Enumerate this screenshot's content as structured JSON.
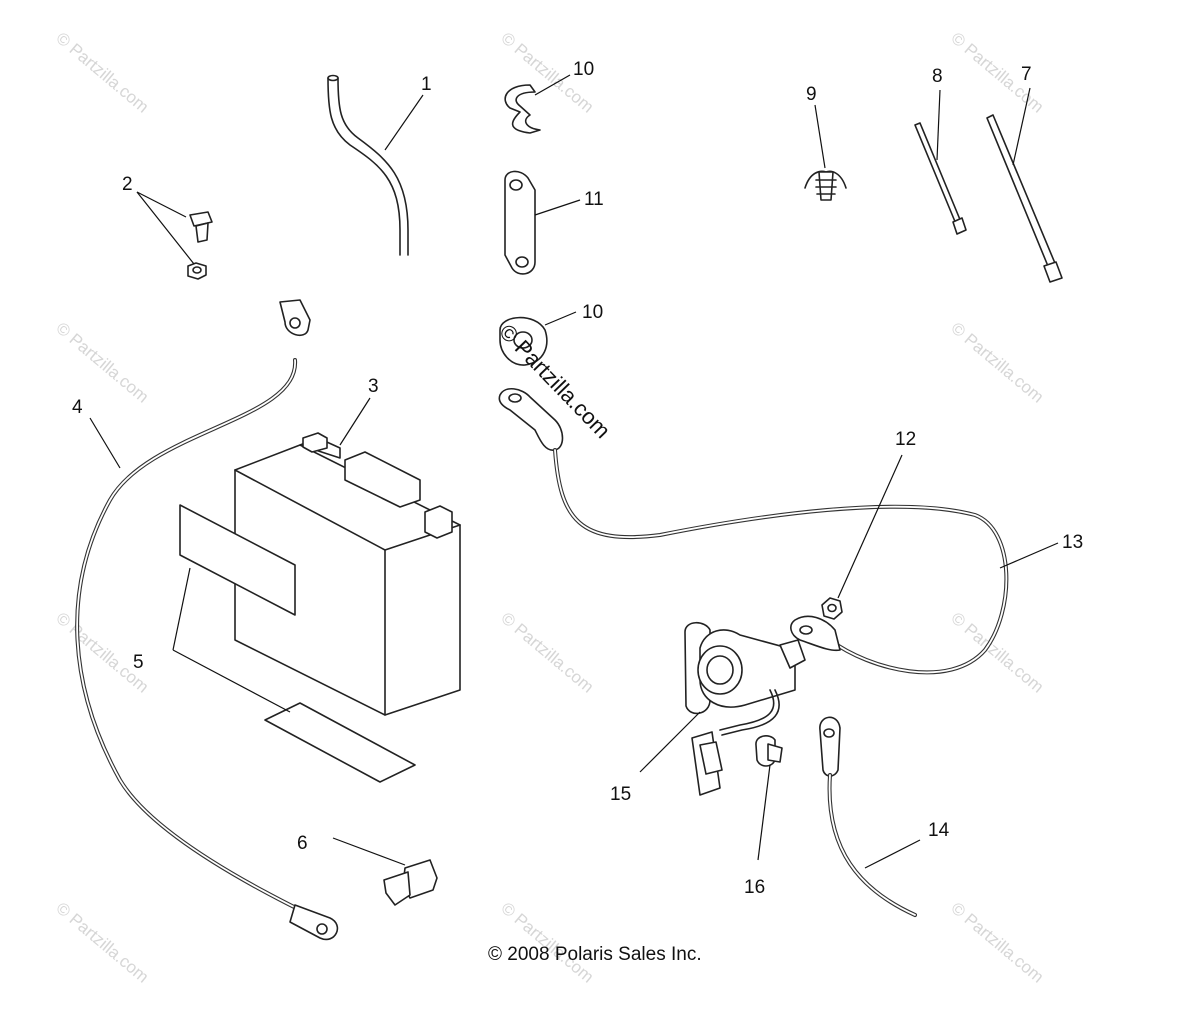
{
  "copyright": "© 2008 Polaris Sales Inc.",
  "watermark": {
    "small_text": "© Partzilla.com",
    "center_text": "© Partzilla.com"
  },
  "callouts": {
    "c1": "1",
    "c2": "2",
    "c3": "3",
    "c4": "4",
    "c5": "5",
    "c6": "6",
    "c7": "7",
    "c8": "8",
    "c9": "9",
    "c10a": "10",
    "c10b": "10",
    "c11": "11",
    "c12": "12",
    "c13": "13",
    "c14": "14",
    "c15": "15",
    "c16": "16"
  }
}
